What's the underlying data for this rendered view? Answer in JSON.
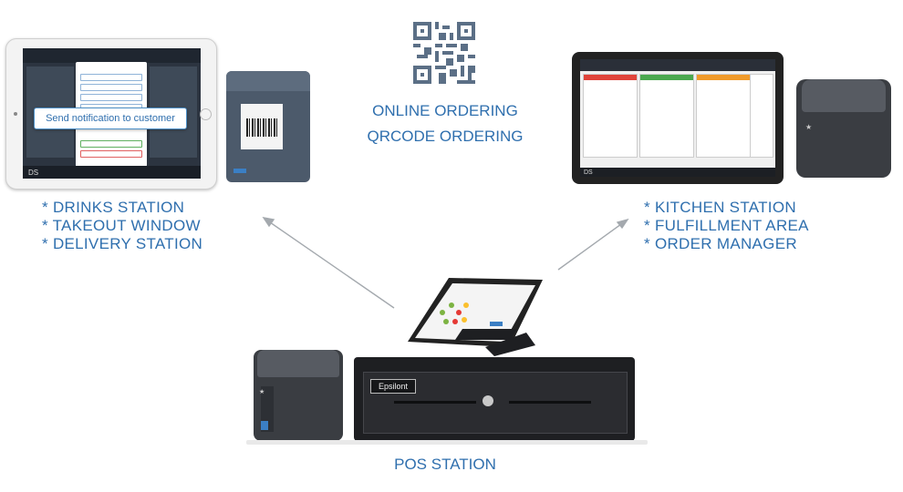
{
  "left_station": {
    "notification_button": "Send notification to customer",
    "device_brand": "DS",
    "lines": [
      "* DRINKS STATION",
      "* TAKEOUT WINDOW",
      "* DELIVERY STATION"
    ]
  },
  "center": {
    "online_ordering": "ONLINE ORDERING",
    "qrcode_ordering": "QRCODE ORDERING"
  },
  "right_station": {
    "device_brand": "DS",
    "lines": [
      "* KITCHEN STATION",
      "* FULFILLMENT AREA",
      "* ORDER MANAGER"
    ]
  },
  "pos": {
    "label": "POS STATION",
    "drawer_brand": "Epsilont"
  },
  "colors": {
    "label_blue": "#2f6fae",
    "arrow_gray": "#a4a9ae"
  },
  "icons": [
    "qr-code-icon",
    "arrow-to-left-icon",
    "arrow-to-right-icon"
  ]
}
